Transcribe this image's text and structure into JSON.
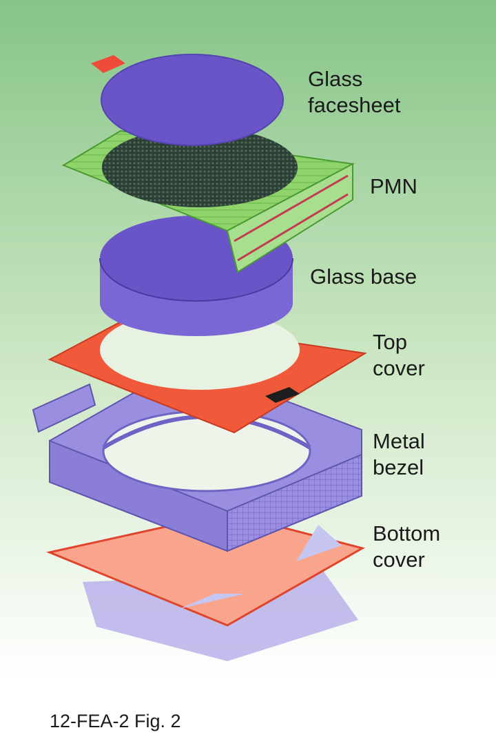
{
  "labels": {
    "glass_facesheet": "Glass\nfacesheet",
    "pmn": "PMN",
    "glass_base": "Glass base",
    "top_cover": "Top\ncover",
    "metal_bezel": "Metal\nbezel",
    "bottom_cover": "Bottom\ncover"
  },
  "caption": "12-FEA-2  Fig. 2",
  "colors": {
    "background_top": "#8fc88f",
    "background_bottom": "#ffffff",
    "glass": "#6a55c8",
    "glass_dark": "#4a3aa0",
    "pmn_board": "#8fd46a",
    "pmn_array": "#2c3f35",
    "cover": "#f05a3a",
    "bottom_cover": "#f9a58e",
    "bezel": "#9a8ee0",
    "bezel_dark": "#6e62c4",
    "shadow": "#b9b2ea"
  }
}
